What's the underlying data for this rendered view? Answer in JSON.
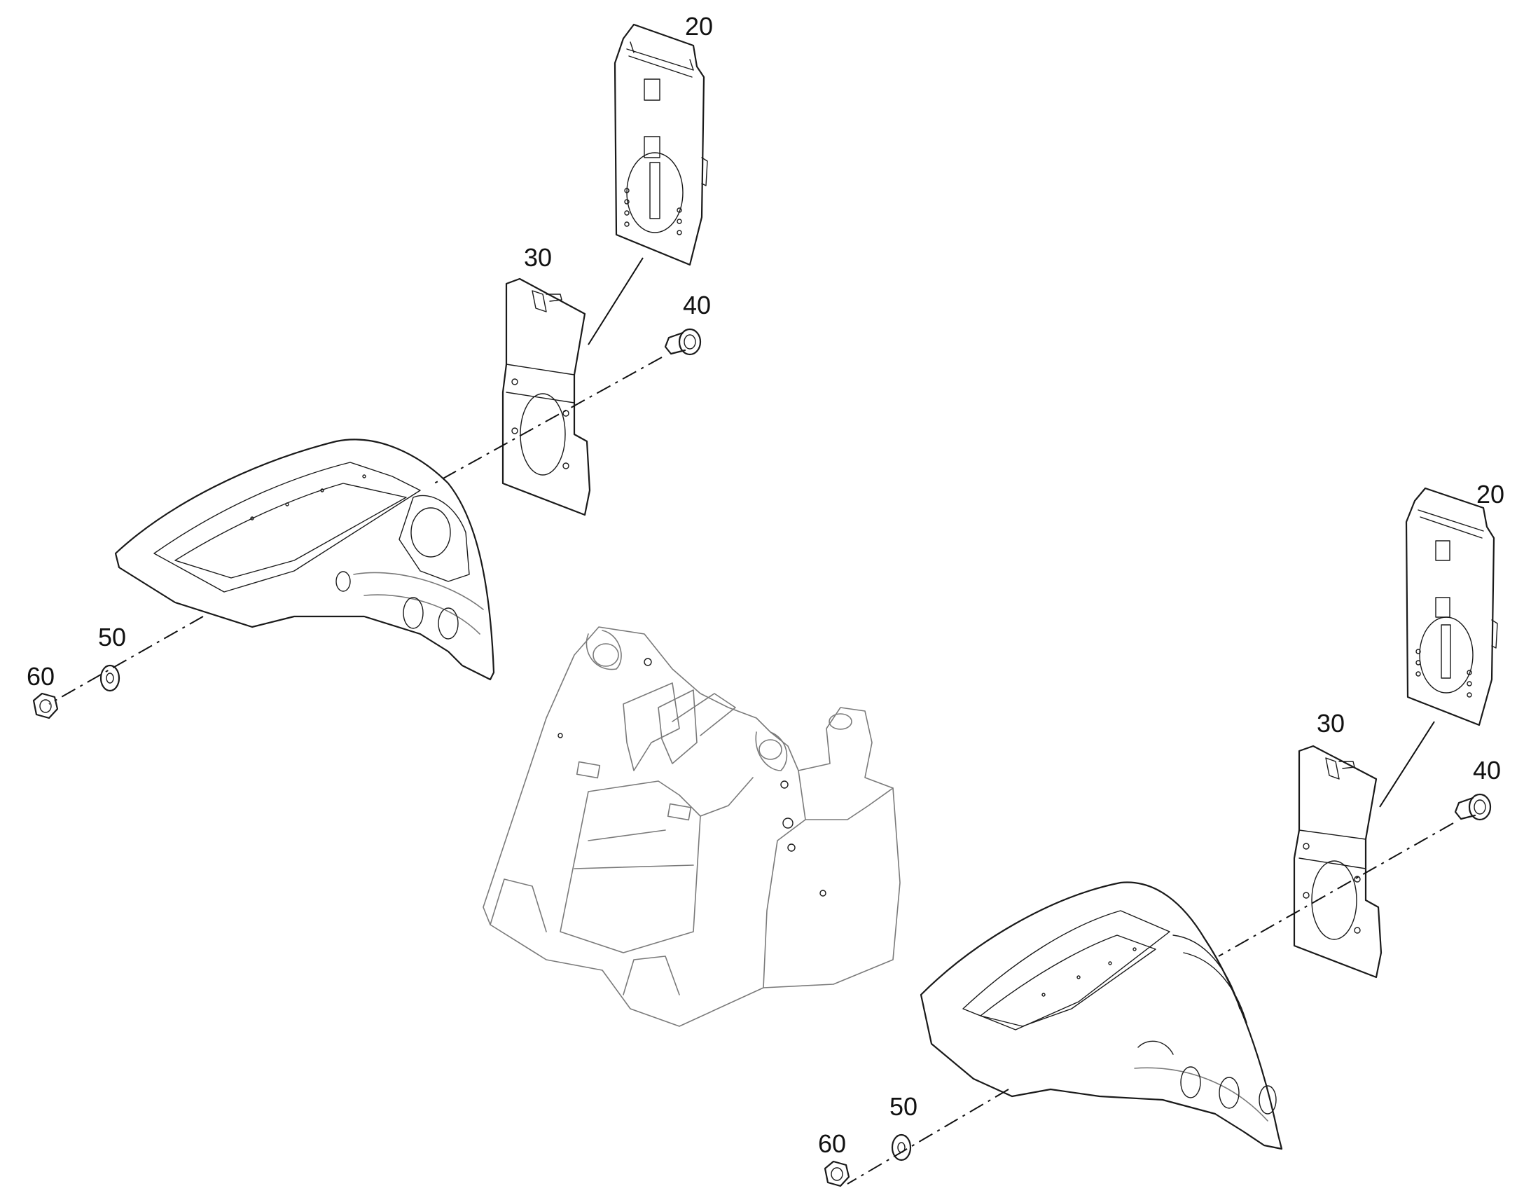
{
  "callouts": {
    "top_left_bracket": "20",
    "top_left_plate": "30",
    "top_left_bolt": "40",
    "top_left_washer": "50",
    "top_left_nut": "60",
    "bottom_right_bracket": "20",
    "bottom_right_plate": "30",
    "bottom_right_bolt": "40",
    "bottom_right_washer": "50",
    "bottom_right_nut": "60"
  },
  "colors": {
    "line": "#1a1a1a",
    "light_line": "#7a7a7a",
    "background": "#ffffff"
  }
}
